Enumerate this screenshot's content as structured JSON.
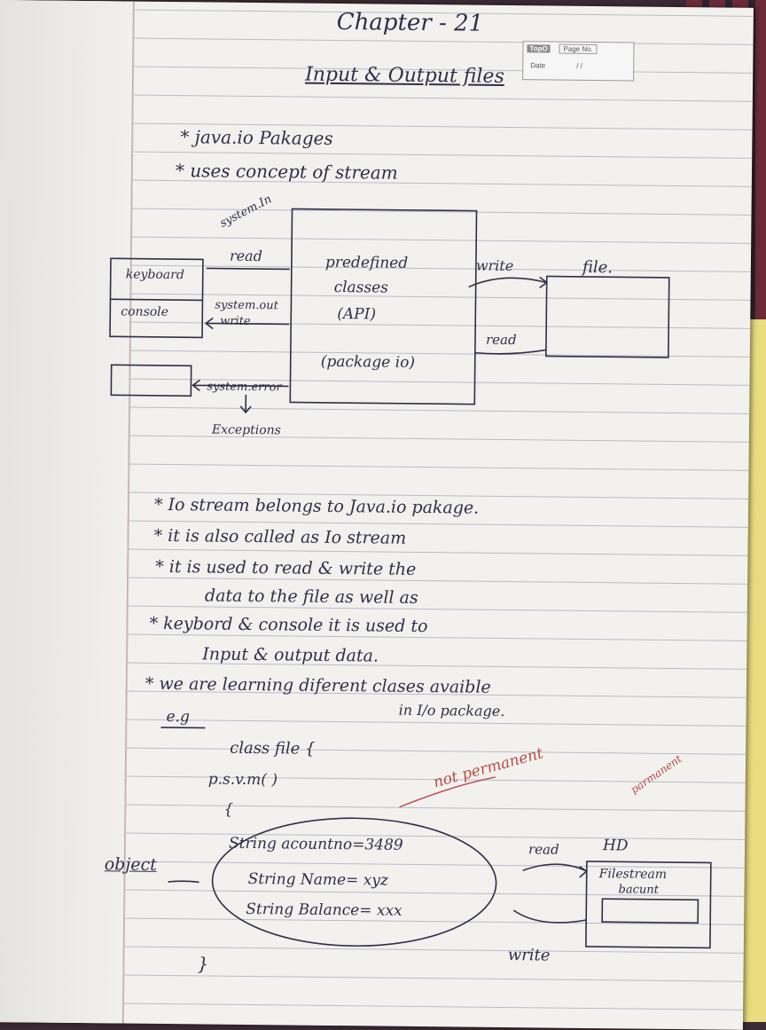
{
  "header": {
    "chapter": "Chapter - 21",
    "title": "Input & Output files",
    "stamp_brand": "TopO",
    "stamp_page": "Page No.",
    "stamp_date": "Date",
    "stamp_slashes": "/ /"
  },
  "bullets_top": [
    "* java.io Pakages",
    "* uses concept of stream"
  ],
  "diagram": {
    "system_in": "system.In",
    "read": "read",
    "keyboard": "keyboard",
    "console": "console",
    "system_out": "system.out",
    "write": "write",
    "predefined": "predefined",
    "classes": "classes",
    "api": "(API)",
    "package_io": "(package io)",
    "write_right": "write",
    "file": "file.",
    "read_right": "read",
    "system_error": "system.error",
    "exceptions": "Exceptions"
  },
  "notes": [
    "* Io stream belongs to Java.io pakage.",
    "* it is also called as Io stream",
    "* it is used to read & write the",
    "data to the file as well as",
    "* keybord & console it is used to",
    "Input & output data.",
    "* we are learning diferent clases avaible",
    "in I/o package."
  ],
  "example": {
    "eg": "e.g",
    "class_line": "class file {",
    "psvm": "p.s.v.m( )",
    "brace_open": "{",
    "line1": "String acountno=3489",
    "line2": "String Name= xyz",
    "line3": "String Balance= xxx",
    "brace_close": "}",
    "object": "object",
    "not_permanent": "not permanent",
    "permanent": "parmanent",
    "read": "read",
    "write": "write",
    "hd": "HD",
    "filestream": "Filestream",
    "bacunt": "bacunt"
  }
}
